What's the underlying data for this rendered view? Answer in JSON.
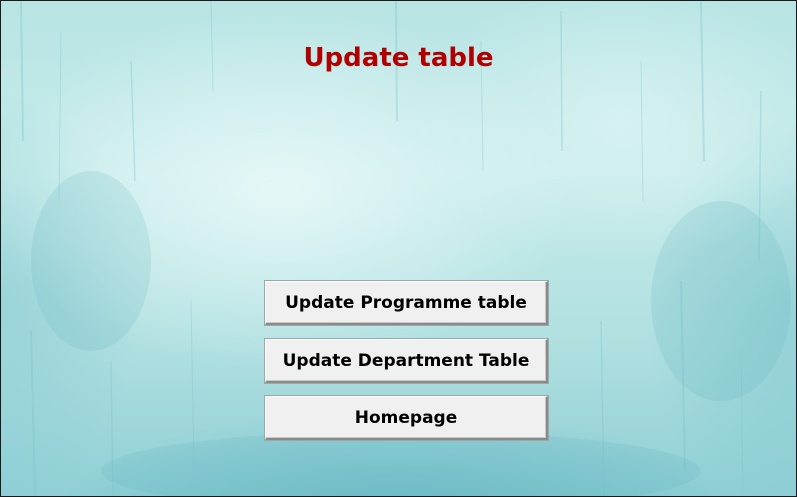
{
  "page": {
    "title": "Update table"
  },
  "buttons": {
    "update_programme": "Update Programme table",
    "update_department": "Update Department Table",
    "homepage": "Homepage"
  },
  "colors": {
    "title": "#b00000",
    "background": "#c6ebea",
    "button_face": "#f0f0f0"
  }
}
